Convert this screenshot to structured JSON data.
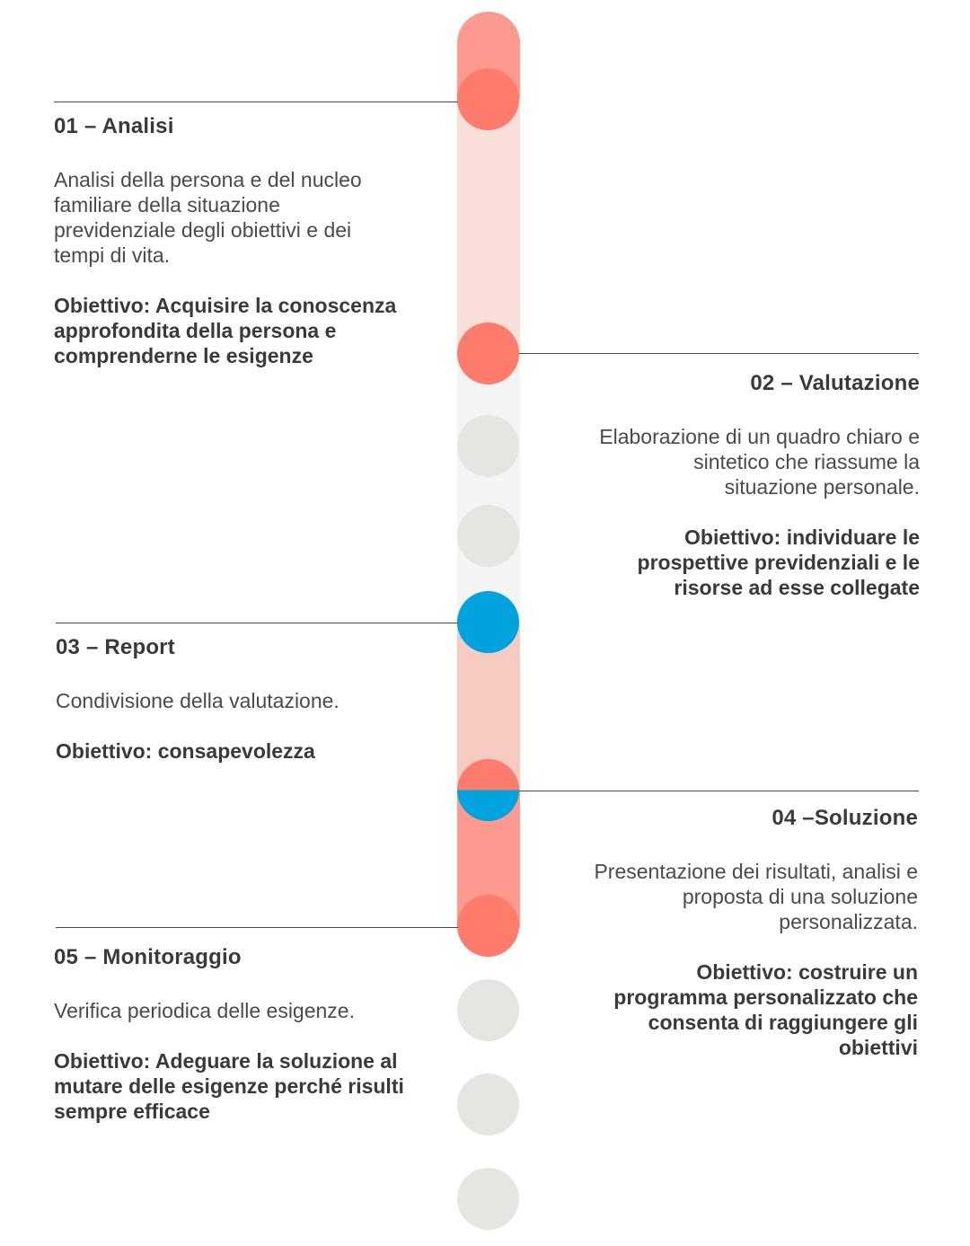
{
  "colors": {
    "coral": "#FF7B6C",
    "coral_light": "#FC9A8F",
    "pink_pale": "#F9DFDA",
    "pink_mid": "#F7CAC2",
    "grey_pale": "#F4F4F2",
    "grey_dot": "#E6E5E1",
    "blue": "#00A3DD",
    "rule": "#4A4A4A"
  },
  "steps": [
    {
      "title": "01 – Analisi",
      "description": "Analisi della persona e del nucleo familiare della situazione previdenziale degli obiettivi e dei tempi di vita.",
      "goal": "Obiettivo: Acquisire la conoscenza approfondita della persona e comprenderne le esigenze"
    },
    {
      "title": "02 – Valutazione",
      "description": "Elaborazione di un quadro chiaro e sintetico che riassume la situazione personale.",
      "goal": "Obiettivo: individuare le prospettive previdenziali e le risorse ad esse collegate"
    },
    {
      "title": "03 – Report",
      "description": "Condivisione della valutazione.",
      "goal": "Obiettivo: consapevolezza"
    },
    {
      "title": "04 –Soluzione",
      "description": "Presentazione dei risultati, analisi e proposta di una soluzione personalizzata.",
      "goal": "Obiettivo: costruire un programma personalizzato che consenta di raggiungere gli obiettivi"
    },
    {
      "title": "05 – Monitoraggio",
      "description": "Verifica periodica delle esigenze.",
      "goal": "Obiettivo: Adeguare la soluzione al mutare delle esigenze perché risulti sempre efficace"
    }
  ]
}
